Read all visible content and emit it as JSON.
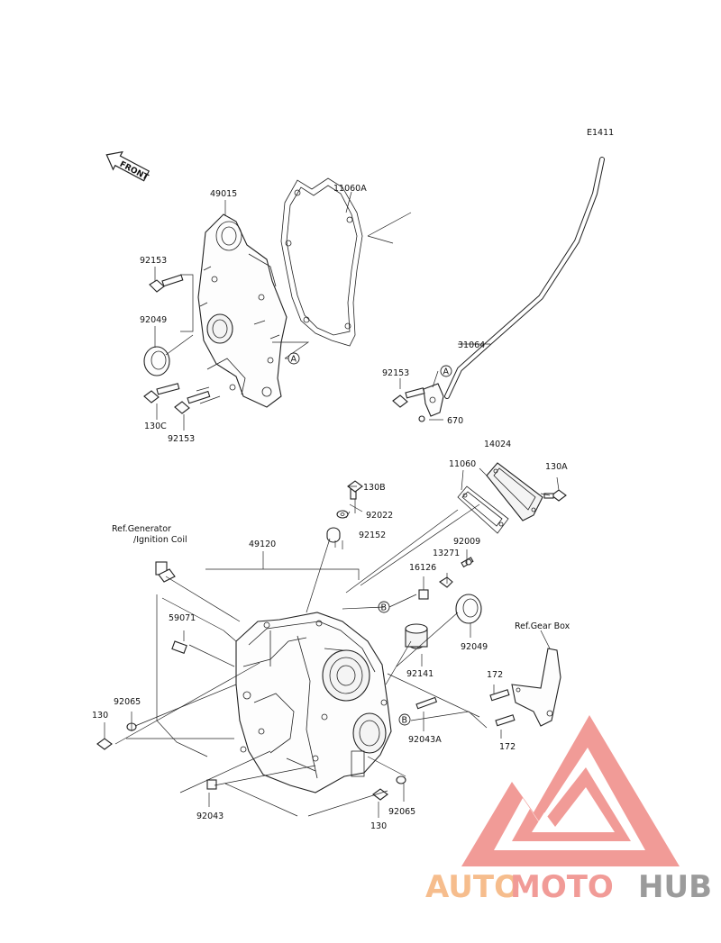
{
  "diagram_code": "E1411",
  "front_label": "FRONT",
  "labels": {
    "p49015": "49015",
    "p11060A": "11060A",
    "p31064": "31064",
    "p92153_a": "92153",
    "p92049_a": "92049",
    "p130C": "130C",
    "p92153_b": "92153",
    "p92153_c": "92153",
    "p670": "670",
    "callout_A1": "A",
    "callout_A2": "A",
    "p130B": "130B",
    "p92022": "92022",
    "p92152": "92152",
    "p11060": "11060",
    "p14024": "14024",
    "p130A": "130A",
    "ref_generator_1": "Ref.Generator",
    "ref_generator_2": "/Ignition Coil",
    "p49120": "49120",
    "p92009": "92009",
    "p13271": "13271",
    "p16126": "16126",
    "callout_B1": "B",
    "callout_B2": "B",
    "p59071": "59071",
    "p92049_b": "92049",
    "p92141": "92141",
    "ref_gearbox": "Ref.Gear Box",
    "p172_a": "172",
    "p172_b": "172",
    "p92065_a": "92065",
    "p130_a": "130",
    "p92043A": "92043A",
    "p92043": "92043",
    "p92065_b": "92065",
    "p130_b": "130"
  },
  "watermark": {
    "text_part1": "AUTO",
    "text_part2": "MOTO",
    "text_part3": "HUB",
    "color_orange": "#f5b27a",
    "color_red": "#ef8a86",
    "color_gray": "#8a8a8a"
  }
}
